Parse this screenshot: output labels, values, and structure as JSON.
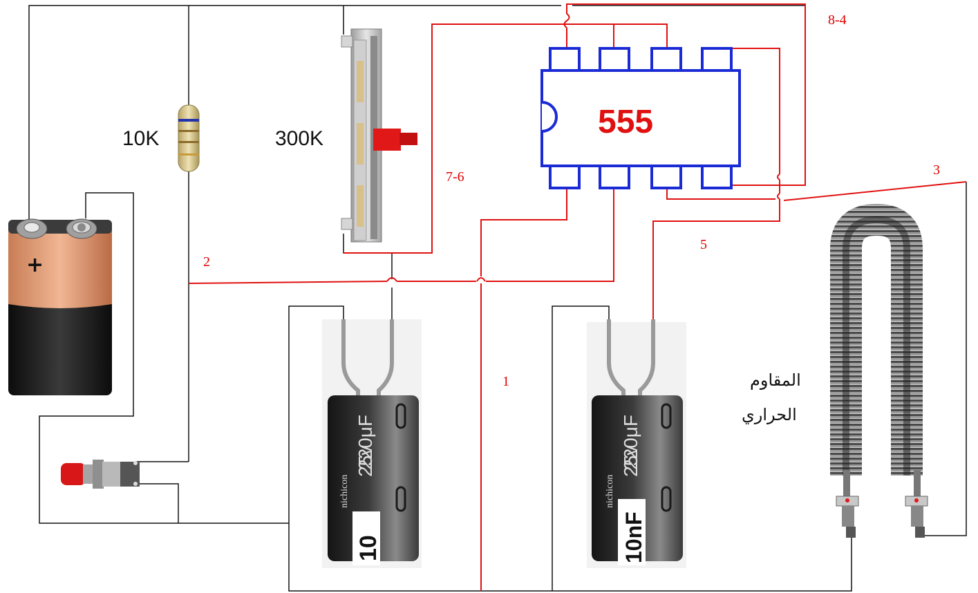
{
  "labels": {
    "r1": "10K",
    "pot": "300K",
    "ic": "555",
    "battery_sign": "+",
    "cap1_value": "10",
    "cap2_value": "10nF",
    "cap_print_voltage": "25v",
    "cap_print_capacity": "220μF",
    "cap_print_brand": "nichicon",
    "thermistor_line1": "المقاوم",
    "thermistor_line2": "الحراري"
  },
  "pin_labels": {
    "pins_8_4": "8-4",
    "pins_7_6": "7-6",
    "pin_3": "3",
    "pin_2": "2",
    "pin_5": "5",
    "pin_1": "1"
  },
  "colors": {
    "signal_wire": "#e01010",
    "ground_wire": "#111111",
    "ic_outline": "#1a2bd6",
    "ic_text": "#e01010",
    "battery_top": "#e7a27c",
    "battery_body": "#1b1b1b"
  }
}
